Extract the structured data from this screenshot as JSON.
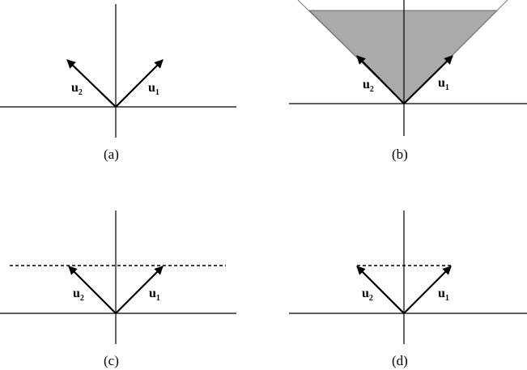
{
  "figure": {
    "panels": [
      {
        "caption": "(a)",
        "u1_base": "u",
        "u1_sub": "1",
        "u2_base": "u",
        "u2_sub": "2"
      },
      {
        "caption": "(b)",
        "u1_base": "u",
        "u1_sub": "1",
        "u2_base": "u",
        "u2_sub": "2",
        "region_color": "#aaaaaa"
      },
      {
        "caption": "(c)",
        "u1_base": "u",
        "u1_sub": "1",
        "u2_base": "u",
        "u2_sub": "2"
      },
      {
        "caption": "(d)",
        "u1_base": "u",
        "u1_sub": "1",
        "u2_base": "u",
        "u2_sub": "2"
      }
    ]
  }
}
